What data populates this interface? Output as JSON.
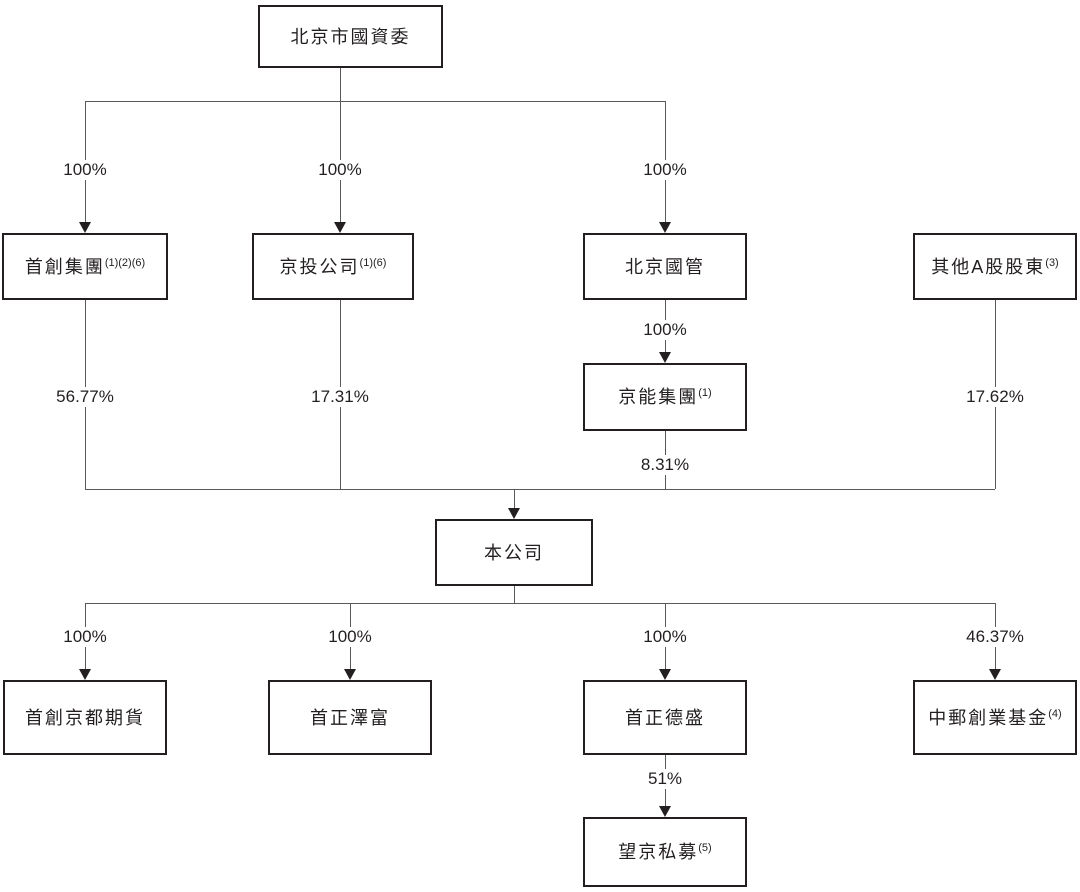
{
  "nodes": {
    "beijing_sasac": {
      "label": "北京市國資委",
      "footnote": ""
    },
    "shouchuang_group": {
      "label": "首創集團",
      "footnote": "(1)(2)(6)"
    },
    "jingtou_company": {
      "label": "京投公司",
      "footnote": "(1)(6)"
    },
    "beijing_guoguan": {
      "label": "北京國管",
      "footnote": ""
    },
    "other_a_share_holders": {
      "label": "其他A股股東",
      "footnote": "(3)"
    },
    "jingneng_group": {
      "label": "京能集團",
      "footnote": "(1)"
    },
    "the_company": {
      "label": "本公司",
      "footnote": ""
    },
    "shouchuang_jingdu_futures": {
      "label": "首創京都期貨",
      "footnote": ""
    },
    "shouzheng_zefu": {
      "label": "首正澤富",
      "footnote": ""
    },
    "shouzheng_desheng": {
      "label": "首正德盛",
      "footnote": ""
    },
    "china_post_venture_fund": {
      "label": "中郵創業基金",
      "footnote": "(4)"
    },
    "wangjing_private_fund": {
      "label": "望京私募",
      "footnote": "(5)"
    }
  },
  "edge_labels": {
    "sasac_to_shouchuang": "100%",
    "sasac_to_jingtou": "100%",
    "sasac_to_guoguan": "100%",
    "guoguan_to_jingneng": "100%",
    "shouchuang_to_company": "56.77%",
    "jingtou_to_company": "17.31%",
    "jingneng_to_company": "8.31%",
    "other_to_company": "17.62%",
    "company_to_futures": "100%",
    "company_to_zefu": "100%",
    "company_to_desheng": "100%",
    "company_to_fund": "46.37%",
    "desheng_to_wangjing": "51%"
  },
  "colors": {
    "box_border": "#231f20",
    "line": "#58595b",
    "text": "#231f20",
    "background": "#ffffff"
  }
}
